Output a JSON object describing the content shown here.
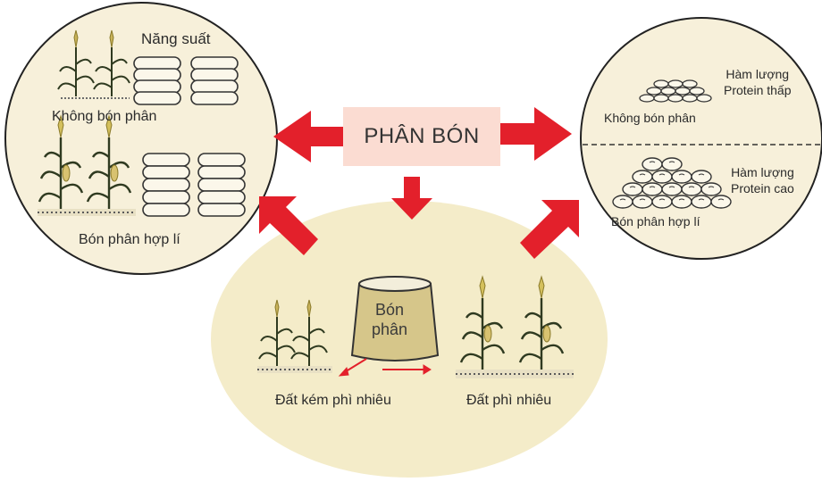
{
  "center": {
    "label": "PHÂN BÓN"
  },
  "yield_panel": {
    "title": "Năng suất",
    "no_fertilizer_label": "Không bón phân",
    "proper_fertilizer_label": "Bón phân hợp lí"
  },
  "protein_panel": {
    "low_protein_label": "Hàm lượng\nProtein thấp",
    "no_fertilizer_label": "Không bón phân",
    "high_protein_label": "Hàm lượng\nProtein cao",
    "proper_fertilizer_label": "Bón phân hợp lí"
  },
  "soil_panel": {
    "bag_label": "Bón\nphân",
    "poor_soil_label": "Đất kém phì nhiêu",
    "fertile_soil_label": "Đất phì nhiêu"
  },
  "colors": {
    "circle_fill": "#f7f0da",
    "soil_fill": "#f4ecc9",
    "arrow": "#e3202b",
    "center_box": "#fbdcd2"
  }
}
